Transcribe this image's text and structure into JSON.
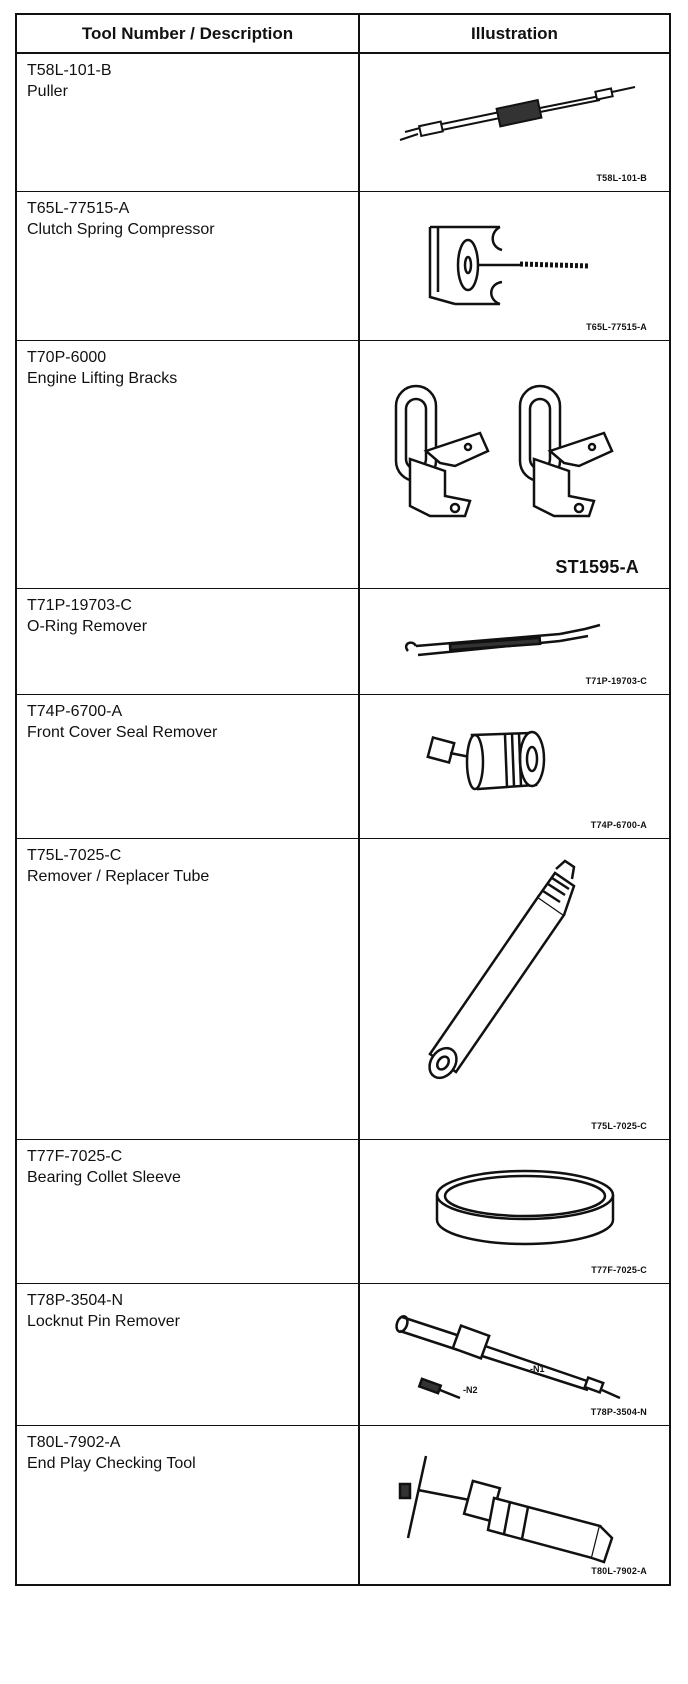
{
  "header": {
    "col_tool": "Tool Number / Description",
    "col_illustration": "Illustration"
  },
  "rows": [
    {
      "number": "T58L-101-B",
      "description": "Puller",
      "caption": "T58L-101-B",
      "icon": "puller-icon"
    },
    {
      "number": "T65L-77515-A",
      "description": "Clutch Spring Compressor",
      "caption": "T65L-77515-A",
      "icon": "spring-compressor-icon"
    },
    {
      "number": "T70P-6000",
      "description": "Engine Lifting Bracks",
      "caption": "ST1595-A",
      "icon": "lifting-brackets-icon"
    },
    {
      "number": "T71P-19703-C",
      "description": "O-Ring Remover",
      "caption": "T71P-19703-C",
      "icon": "o-ring-remover-icon"
    },
    {
      "number": "T74P-6700-A",
      "description": "Front Cover Seal Remover",
      "caption": "T74P-6700-A",
      "icon": "seal-remover-icon"
    },
    {
      "number": "T75L-7025-C",
      "description": "Remover / Replacer Tube",
      "caption": "T75L-7025-C",
      "icon": "replacer-tube-icon"
    },
    {
      "number": "T77F-7025-C",
      "description": "Bearing Collet Sleeve",
      "caption": "T77F-7025-C",
      "icon": "collet-sleeve-icon"
    },
    {
      "number": "T78P-3504-N",
      "description": "Locknut Pin Remover",
      "caption": "T78P-3504-N",
      "icon": "pin-remover-icon",
      "labels": {
        "n1": "-N1",
        "n2": "-N2"
      }
    },
    {
      "number": "T80L-7902-A",
      "description": "End Play Checking Tool",
      "caption": "T80L-7902-A",
      "icon": "end-play-tool-icon"
    }
  ]
}
